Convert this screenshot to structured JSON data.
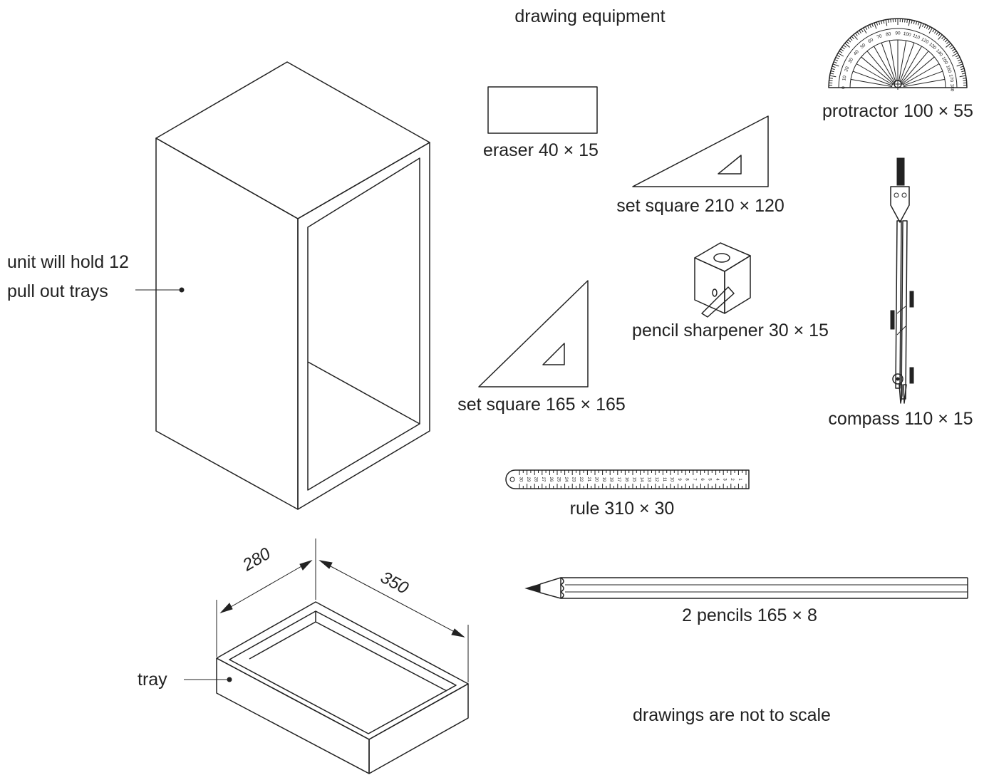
{
  "title": "drawing equipment",
  "note": "drawings are not to scale",
  "unit": {
    "label_line1": "unit will hold 12",
    "label_line2": "pull out trays"
  },
  "tray": {
    "label": "tray",
    "dim_width": "280",
    "dim_length": "350"
  },
  "items": {
    "eraser": "eraser 40 × 15",
    "set_square_large": "set square 210 × 120",
    "set_square_small": "set square 165 × 165",
    "protractor": "protractor 100 × 55",
    "pencil_sharpener": "pencil sharpener 30 × 15",
    "compass": "compass 110 × 15",
    "rule": "rule 310 × 30",
    "pencils": "2 pencils 165 × 8"
  },
  "rule_scale": [
    "30",
    "29",
    "28",
    "27",
    "26",
    "25",
    "24",
    "23",
    "22",
    "21",
    "20",
    "19",
    "18",
    "17",
    "16",
    "15",
    "14",
    "13",
    "12",
    "11",
    "10",
    "9",
    "8",
    "7",
    "6",
    "5",
    "4",
    "3",
    "2",
    "1"
  ],
  "protractor_scale": [
    "0",
    "10",
    "20",
    "30",
    "40",
    "50",
    "60",
    "70",
    "80",
    "90",
    "100",
    "110",
    "120",
    "130",
    "140",
    "150",
    "160",
    "170",
    "180"
  ]
}
